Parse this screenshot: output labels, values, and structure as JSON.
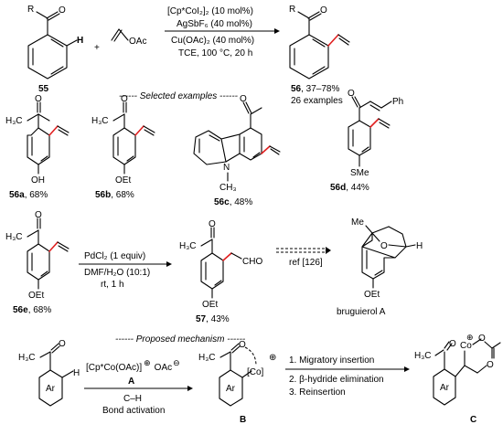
{
  "top": {
    "cat1": "[Cp*CoI₂]₂ (10 mol%)",
    "cat2": "AgSbF₆ (40 mol%)",
    "cat3": "Cu(OAc)₂ (40 mol%)",
    "cond": "TCE, 100 °C, 20 h",
    "reagent": "OAc",
    "plus": "+",
    "sm_label": "55",
    "prod_label": "56",
    "prod_yield": ", 37–78%",
    "prod_count": "26 examples"
  },
  "selected_title": "------ Selected examples ------",
  "examples": [
    {
      "id": "56a",
      "yield": ", 68%",
      "sub": "OH"
    },
    {
      "id": "56b",
      "yield": ", 68%",
      "sub": "OEt"
    },
    {
      "id": "56c",
      "yield": ", 48%",
      "sub": "CH₃"
    },
    {
      "id": "56d",
      "yield": ", 44%",
      "sub": "SMe"
    }
  ],
  "derivation": {
    "sm_id": "56e",
    "sm_yield": ", 68%",
    "sm_sub": "OEt",
    "cond1": "PdCl₂ (1 equiv)",
    "cond2": "DMF/H₂O (10:1)",
    "cond3": "rt, 1 h",
    "prod_id": "57",
    "prod_yield": ", 43%",
    "prod_cho": "CHO",
    "prod_sub": "OEt",
    "ref": "ref [126]",
    "natural_name": "bruguierol A",
    "natural_sub": "OEt",
    "me": "Me"
  },
  "mechanism_title": "------ Proposed mechanism ------",
  "mechanism": {
    "cat": "[Cp*Co(OAc)]",
    "oac": "OAc",
    "cat_label": "A",
    "step1": "C–H",
    "step2": "Bond activation",
    "int_label": "B",
    "co": "[Co]",
    "steps": [
      "1. Migratory insertion",
      "2. β-hydride elimination",
      "3. Reinsertion"
    ],
    "final_label": "C",
    "ar": "Ar",
    "h": "H",
    "co2": "Co"
  },
  "atoms": {
    "R": "R",
    "O": "O",
    "H": "H",
    "H3C": "H₃C",
    "N": "N",
    "Ph": "Ph"
  }
}
